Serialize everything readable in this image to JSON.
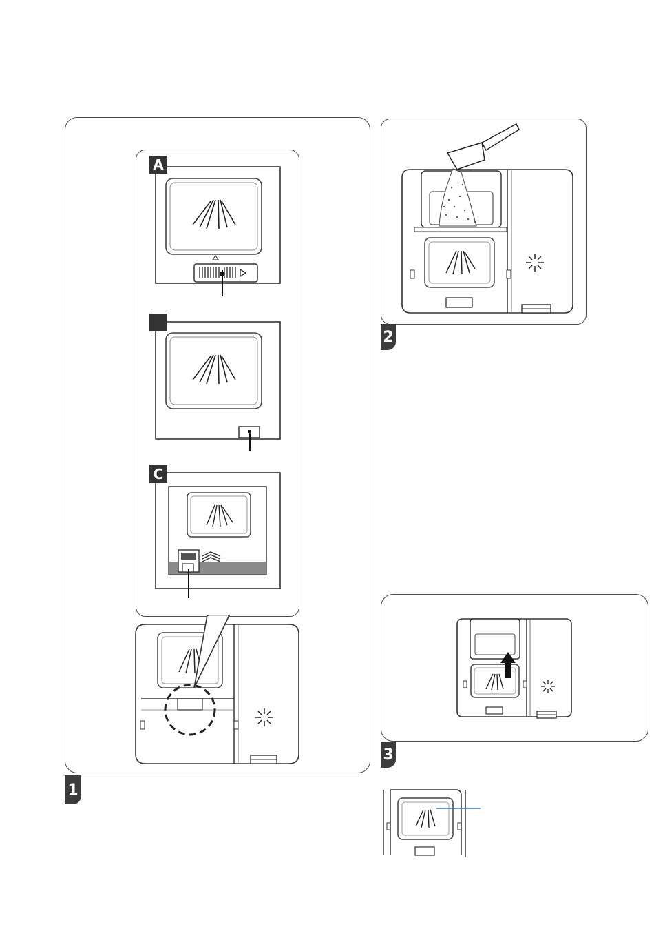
{
  "figures": {
    "fig1": {
      "number": "1"
    },
    "fig2": {
      "number": "2"
    },
    "fig3": {
      "number": "3"
    }
  },
  "insets": {
    "a": {
      "label": "A"
    },
    "b": {
      "label": ""
    },
    "c": {
      "label": "C"
    }
  },
  "icons": {
    "wash": "wash-spray-icon",
    "rinse_aid": "sparkle-icon"
  }
}
